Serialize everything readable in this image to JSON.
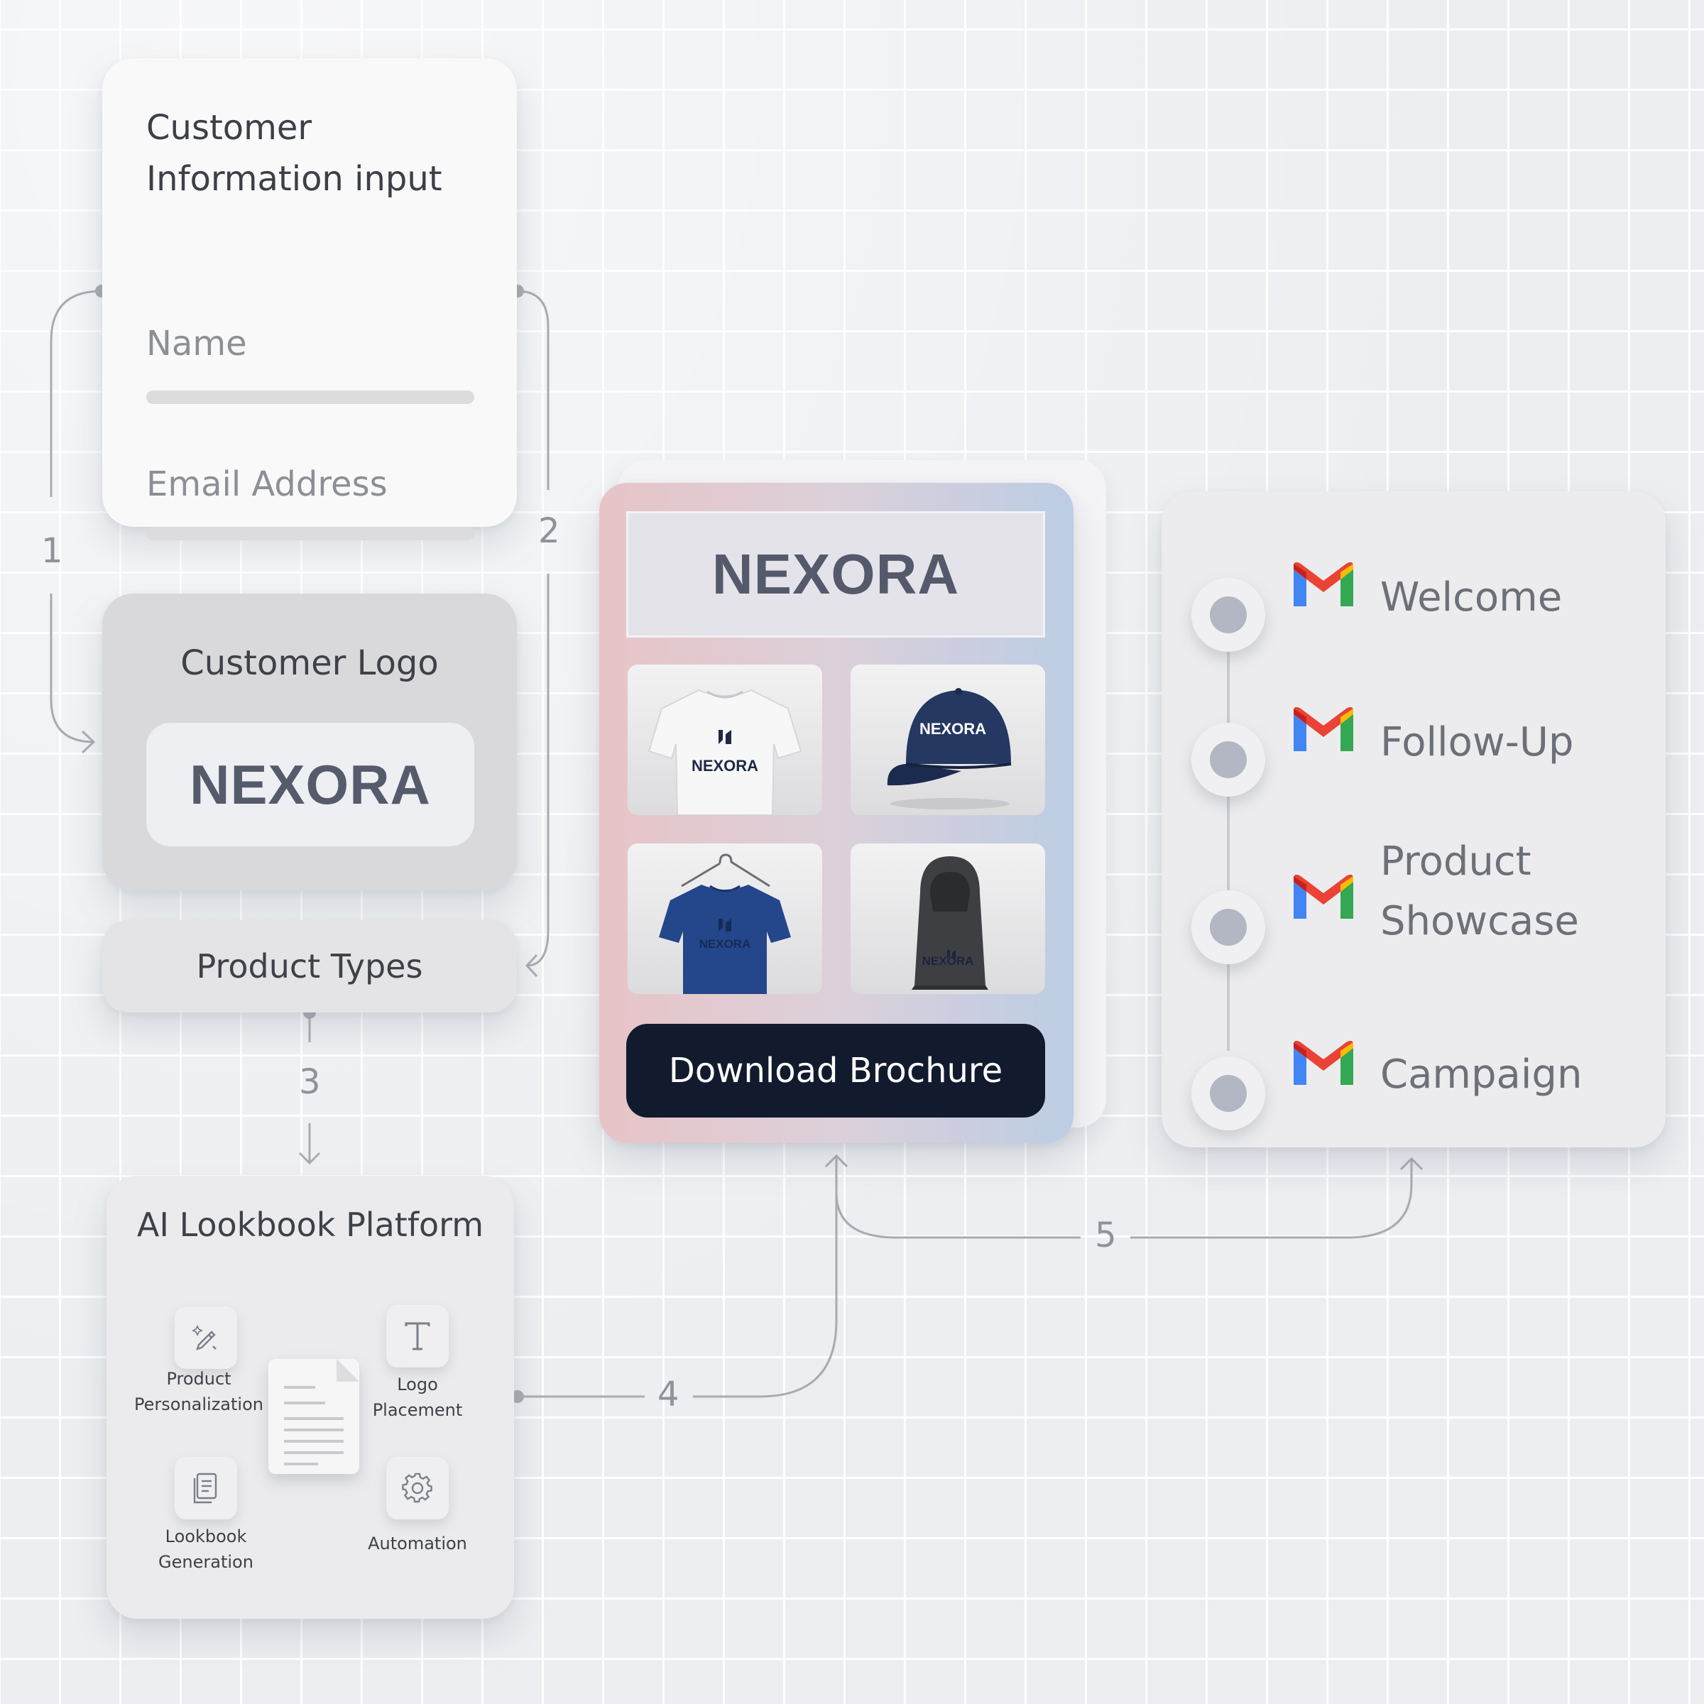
{
  "info_card": {
    "title": "Customer\nInformation input",
    "name_label": "Name",
    "email_label": "Email Address"
  },
  "logo_card": {
    "title": "Customer Logo",
    "logo_text": "NEXORA"
  },
  "types_card": {
    "label": "Product Types"
  },
  "platform_card": {
    "title": "AI Lookbook Platform",
    "features": [
      {
        "label": "Product\nPersonalization",
        "icon": "magic-pen-icon"
      },
      {
        "label": "Logo\nPlacement",
        "icon": "text-t-icon"
      },
      {
        "label": "Lookbook\nGeneration",
        "icon": "document-icon"
      },
      {
        "label": "Automation",
        "icon": "gear-icon"
      }
    ]
  },
  "brochure": {
    "brand": "NEXORA",
    "products": [
      {
        "name": "t-shirt-white",
        "print": "NEXORA"
      },
      {
        "name": "cap-navy",
        "print": "NEXORA"
      },
      {
        "name": "t-shirt-blue",
        "print": "NEXORA"
      },
      {
        "name": "hoodie-gray",
        "print": "NEXORA"
      }
    ],
    "button_label": "Download Brochure"
  },
  "emails": {
    "items": [
      "Welcome",
      "Follow-Up",
      "Product\nShowcase",
      "Campaign"
    ],
    "icon": "gmail-icon"
  },
  "steps": [
    "1",
    "2",
    "3",
    "4",
    "5"
  ],
  "colors": {
    "button_dark": "#121b2e",
    "gmail_red": "#ea4335",
    "gmail_blue": "#4285f4",
    "gmail_green": "#34a853",
    "gmail_yellow": "#fbbc04",
    "navy_product": "#1e3a6e"
  }
}
